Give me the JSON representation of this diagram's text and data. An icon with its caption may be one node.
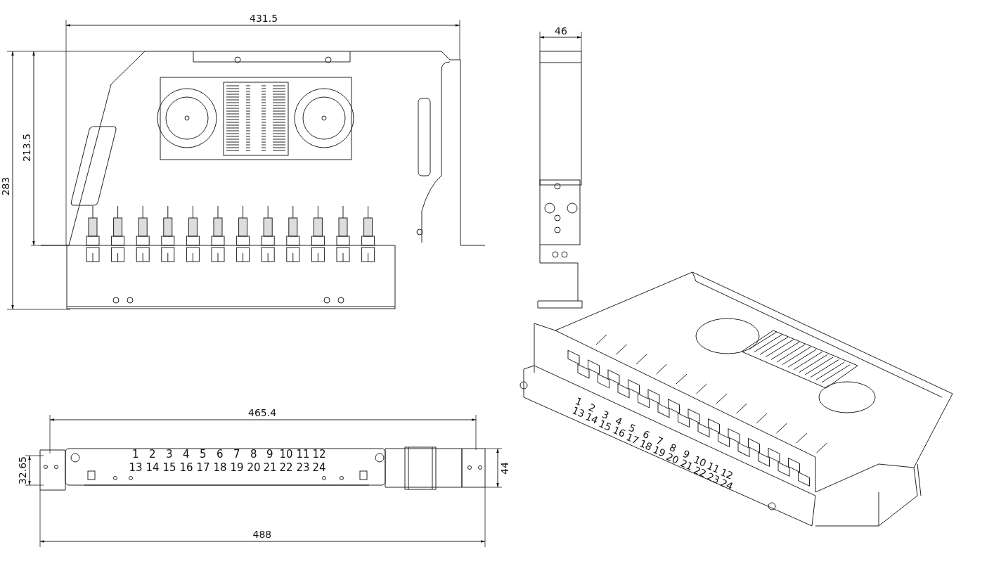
{
  "diagram": {
    "labels": [
      "431.5",
      "283",
      "213.5",
      "46",
      "465.4",
      "32.65",
      "44",
      "488",
      "1",
      "2",
      "3",
      "4",
      "5",
      "6",
      "7",
      "8",
      "9",
      "10",
      "11",
      "12",
      "13",
      "14",
      "15",
      "16",
      "17",
      "18",
      "19",
      "20",
      "21",
      "22",
      "23",
      "24",
      "1",
      "13",
      "2",
      "14",
      "3",
      "15",
      "4",
      "16",
      "5",
      "17",
      "6",
      "18",
      "7",
      "19",
      "8",
      "20",
      "9",
      "21",
      "10",
      "22",
      "11",
      "23",
      "12",
      "24"
    ]
  }
}
